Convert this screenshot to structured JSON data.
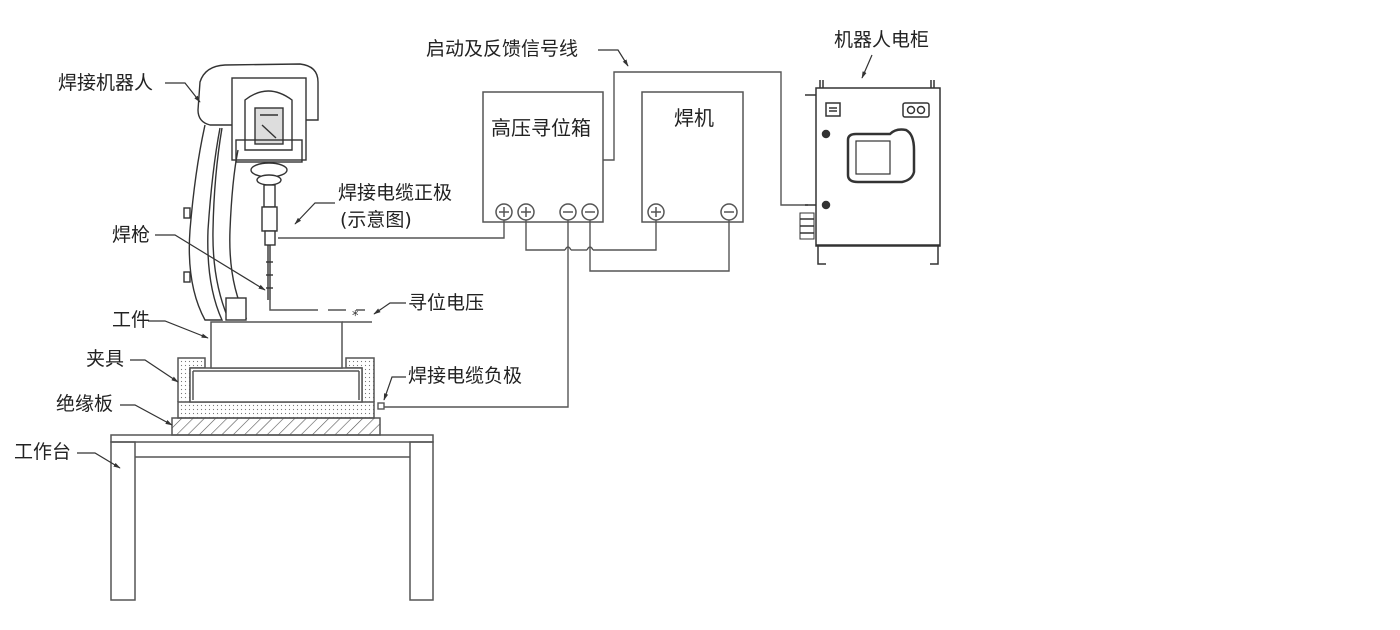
{
  "diagram": {
    "title": "",
    "colors": {
      "line": "#555555",
      "text": "#222222",
      "background": "#ffffff"
    },
    "components": {
      "robot": "焊接机器人",
      "torch": "焊枪",
      "positive_cable": "焊接电缆正极",
      "positive_cable_note": "(示意图)",
      "search_voltage": "寻位电压",
      "workpiece": "工件",
      "fixture": "夹具",
      "negative_cable": "焊接电缆负极",
      "insulation_plate": "绝缘板",
      "workbench": "工作台",
      "signal_line": "启动及反馈信号线",
      "hv_search_box": "高压寻位箱",
      "welder": "焊机",
      "robot_cabinet": "机器人电柜"
    },
    "terminals": {
      "hv_box": [
        "+",
        "+",
        "−",
        "−"
      ],
      "welder": [
        "+",
        "−"
      ]
    },
    "connections": [
      {
        "from": "焊接电缆正极",
        "to": "高压寻位箱 +"
      },
      {
        "from": "高压寻位箱 +",
        "to": "焊机 +"
      },
      {
        "from": "高压寻位箱 −",
        "to": "焊接电缆负极"
      },
      {
        "from": "高压寻位箱 −",
        "to": "焊机 −"
      },
      {
        "from": "启动及反馈信号线",
        "to": "高压寻位箱 / 机器人电柜"
      }
    ]
  }
}
